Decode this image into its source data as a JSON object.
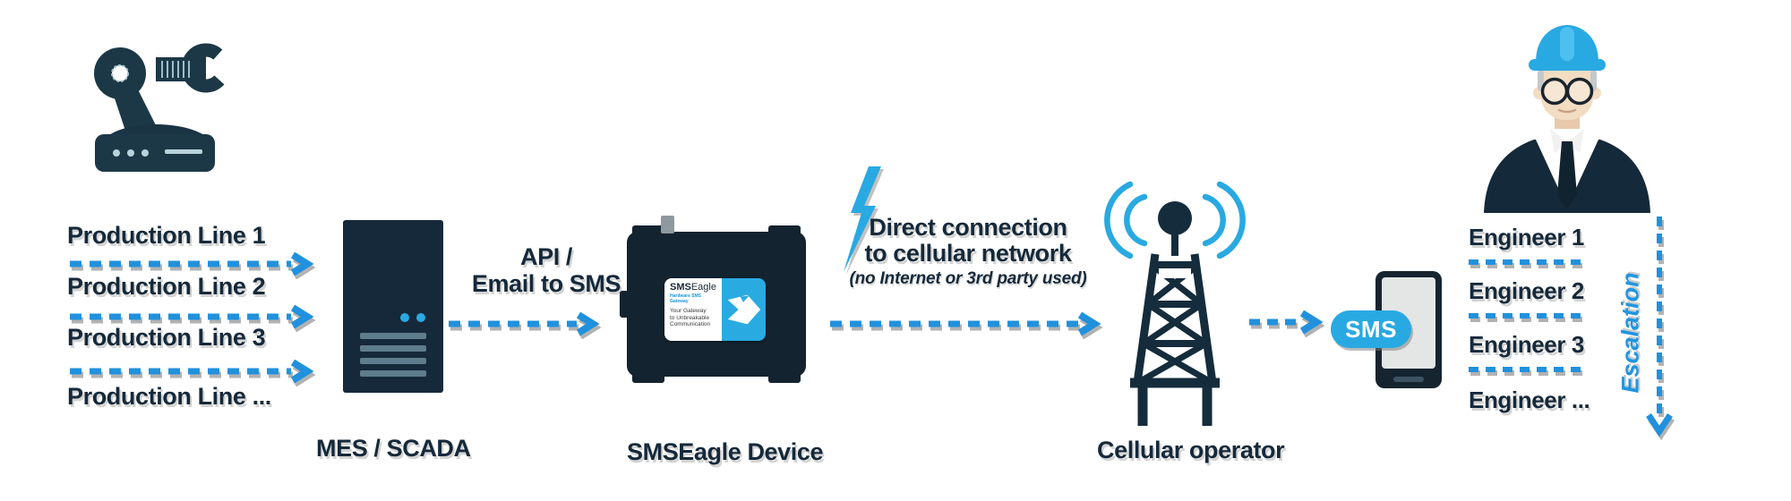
{
  "colors": {
    "dark_navy": "#15293A",
    "accent_blue": "#29A9E2",
    "arrow_blue": "#2191DD",
    "shadow_gray": "#8a8a8a",
    "background": "#ffffff"
  },
  "icons": {
    "machine": "robot-arm-icon",
    "server": "server-tower-icon",
    "gateway": "smseagle-device-icon",
    "flash": "lightning-bolt-icon",
    "network": "cell-tower-icon",
    "signal": "radio-waves-icon",
    "phone": "smartphone-icon",
    "person": "engineer-avatar-icon"
  },
  "production_lines": {
    "items": [
      {
        "label": "Production Line 1"
      },
      {
        "label": "Production Line 2"
      },
      {
        "label": "Production Line 3"
      },
      {
        "label": "Production Line ..."
      }
    ]
  },
  "server": {
    "caption": "MES / SCADA"
  },
  "api_link": {
    "line1": "API /",
    "line2": "Email to SMS"
  },
  "device": {
    "caption": "SMSEagle Device",
    "sticker": {
      "brand_bold": "SMS",
      "brand_light": "Eagle",
      "brand_sub": "Hardware SMS Gateway",
      "tagline_line1": "Your Gateway",
      "tagline_line2": "to Unbreakable",
      "tagline_line3": "Communication"
    }
  },
  "cellular_link": {
    "line1": "Direct connection",
    "line2": "to cellular network",
    "line3": "(no Internet or 3rd party used)"
  },
  "tower": {
    "caption": "Cellular operator"
  },
  "phone": {
    "sms_badge": "SMS"
  },
  "engineers": {
    "items": [
      {
        "label": "Engineer 1"
      },
      {
        "label": "Engineer 2"
      },
      {
        "label": "Engineer 3"
      },
      {
        "label": "Engineer ..."
      }
    ],
    "escalation_label": "Escalation"
  }
}
